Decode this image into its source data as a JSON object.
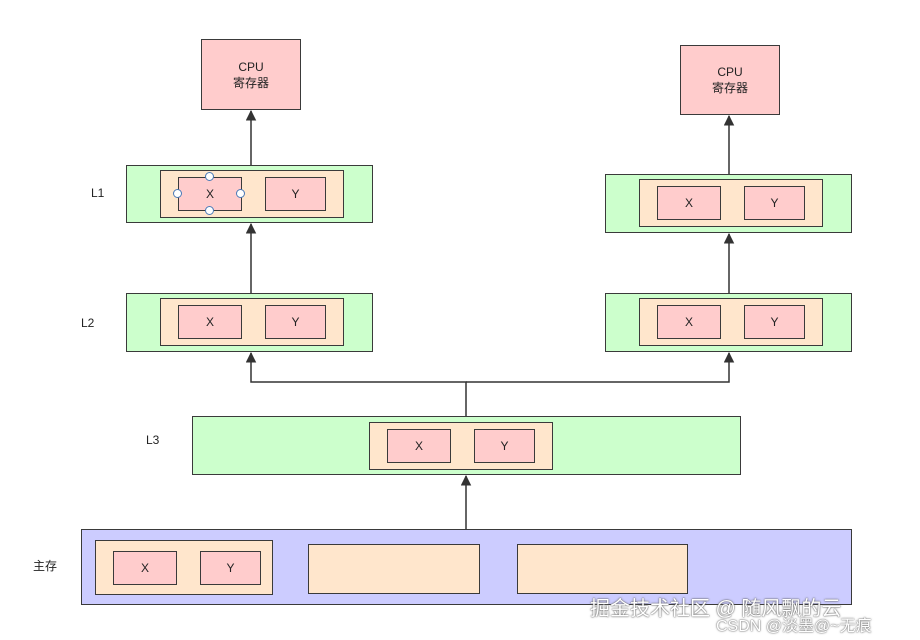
{
  "labels": {
    "l1": "L1",
    "l2": "L2",
    "l3": "L3",
    "main": "主存"
  },
  "cpu_left": {
    "line1": "CPU",
    "line2": "寄存器"
  },
  "cpu_right": {
    "line1": "CPU",
    "line2": "寄存器"
  },
  "cell_x": "X",
  "cell_y": "Y",
  "watermark": {
    "line1": "掘金技术社区 @ 随风飘的云",
    "line2": "CSDN @淡墨@~无痕"
  },
  "colors": {
    "cpu": "#ffcccc",
    "cache": "#ccffcc",
    "cache_line": "#ffe6cc",
    "cell": "#ffcccc",
    "main_memory": "#ccccff",
    "arrow": "#333333"
  }
}
